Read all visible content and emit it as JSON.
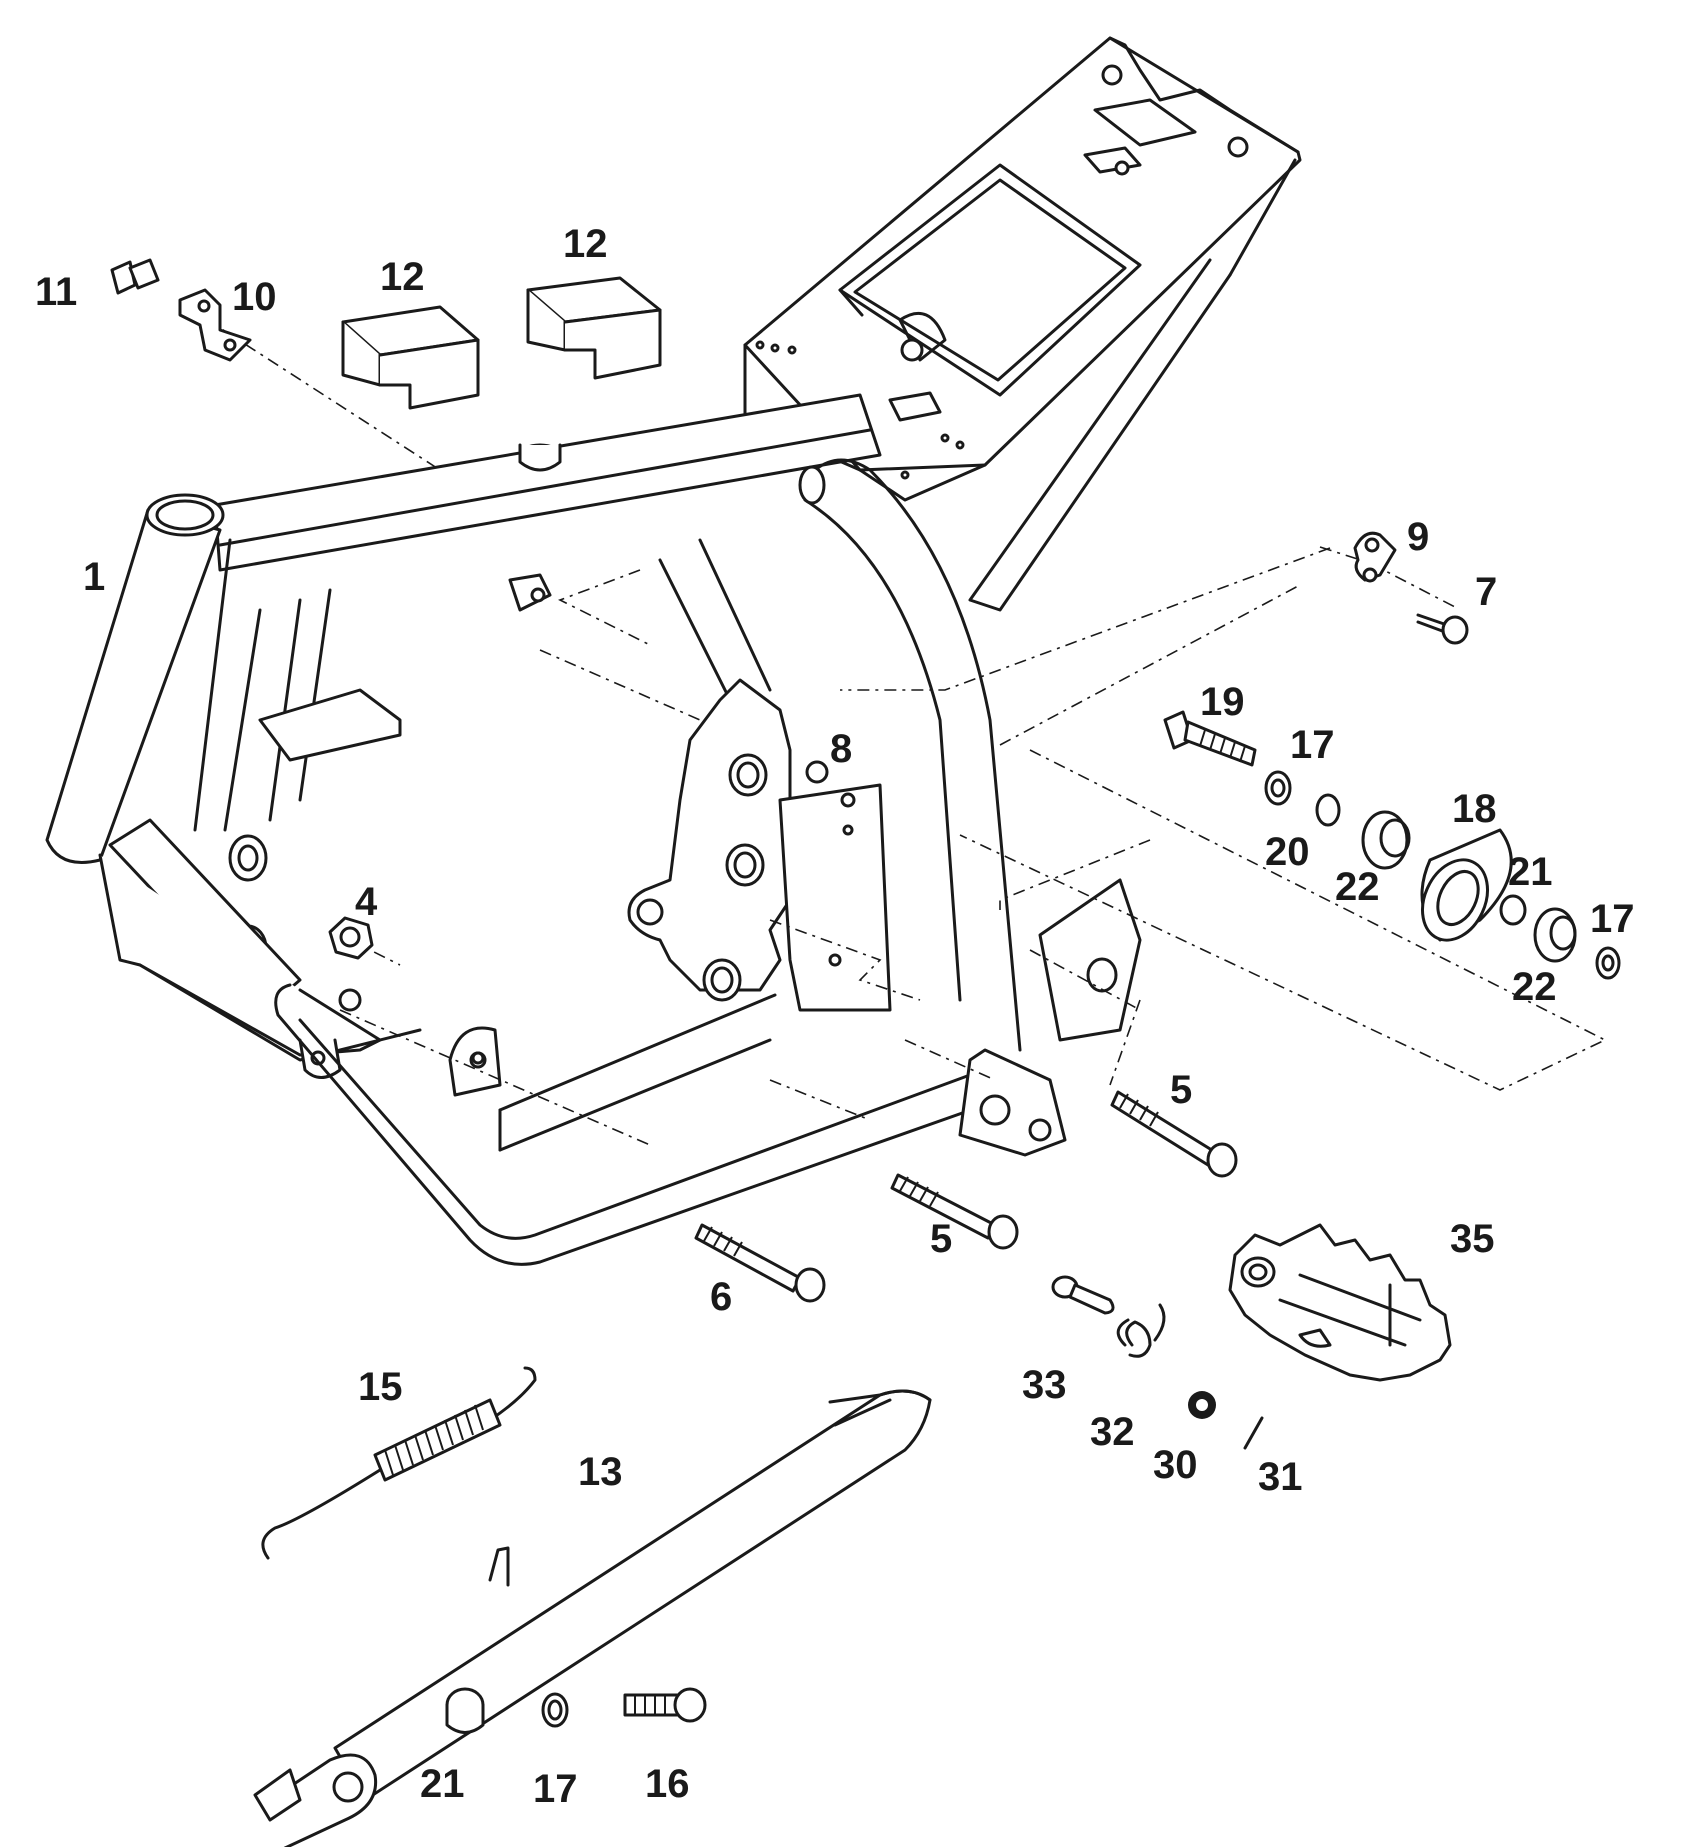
{
  "callouts": [
    {
      "id": "c1",
      "label": "1"
    },
    {
      "id": "c4",
      "label": "4"
    },
    {
      "id": "c5a",
      "label": "5"
    },
    {
      "id": "c5b",
      "label": "5"
    },
    {
      "id": "c6",
      "label": "6"
    },
    {
      "id": "c7",
      "label": "7"
    },
    {
      "id": "c8",
      "label": "8"
    },
    {
      "id": "c9",
      "label": "9"
    },
    {
      "id": "c10",
      "label": "10"
    },
    {
      "id": "c11",
      "label": "11"
    },
    {
      "id": "c12a",
      "label": "12"
    },
    {
      "id": "c12b",
      "label": "12"
    },
    {
      "id": "c13",
      "label": "13"
    },
    {
      "id": "c15",
      "label": "15"
    },
    {
      "id": "c16",
      "label": "16"
    },
    {
      "id": "c17a",
      "label": "17"
    },
    {
      "id": "c17b",
      "label": "17"
    },
    {
      "id": "c17c",
      "label": "17"
    },
    {
      "id": "c18",
      "label": "18"
    },
    {
      "id": "c19",
      "label": "19"
    },
    {
      "id": "c20",
      "label": "20"
    },
    {
      "id": "c21a",
      "label": "21"
    },
    {
      "id": "c21b",
      "label": "21"
    },
    {
      "id": "c22a",
      "label": "22"
    },
    {
      "id": "c22b",
      "label": "22"
    },
    {
      "id": "c30",
      "label": "30"
    },
    {
      "id": "c31",
      "label": "31"
    },
    {
      "id": "c32",
      "label": "32"
    },
    {
      "id": "c33",
      "label": "33"
    },
    {
      "id": "c35",
      "label": "35"
    }
  ]
}
